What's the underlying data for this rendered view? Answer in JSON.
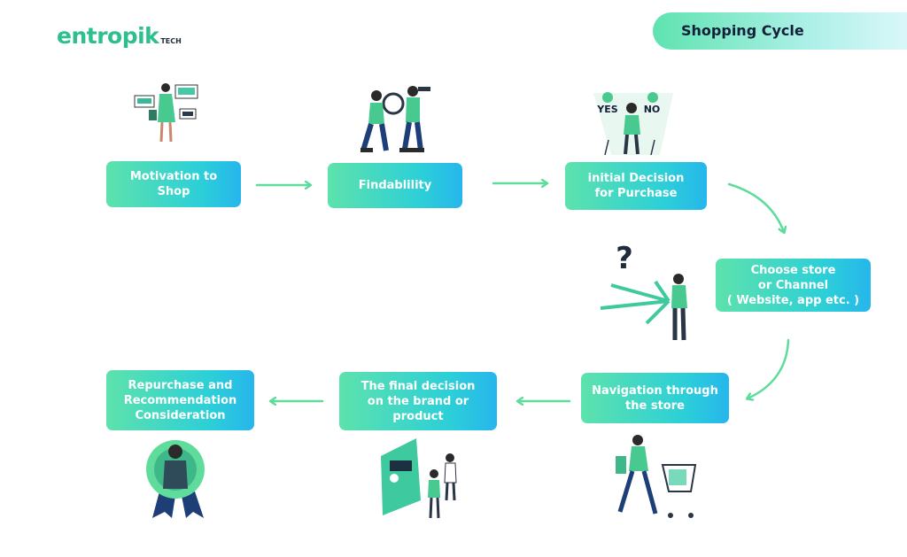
{
  "brand": {
    "logo_word": "entropik",
    "logo_suffix": "TECH"
  },
  "header": {
    "title": "Shopping Cycle"
  },
  "colors": {
    "accent_green": "#5de2ac",
    "accent_blue": "#26b6ec",
    "arrow": "#5fdc9c",
    "dark": "#14203a"
  },
  "steps": [
    {
      "label": "Motivation to Shop"
    },
    {
      "label": "Findablility"
    },
    {
      "label": "initial Decision\nfor Purchase"
    },
    {
      "label": "Choose store\nor Channel\n( Website, app etc. )"
    },
    {
      "label": "Navigation through\nthe store"
    },
    {
      "label": "The final decision\non the brand or\nproduct"
    },
    {
      "label": "Repurchase and\nRecommendation\nConsideration"
    }
  ],
  "illustrations": {
    "decision_signs": [
      "YES",
      "NO"
    ],
    "question_mark": "?"
  }
}
